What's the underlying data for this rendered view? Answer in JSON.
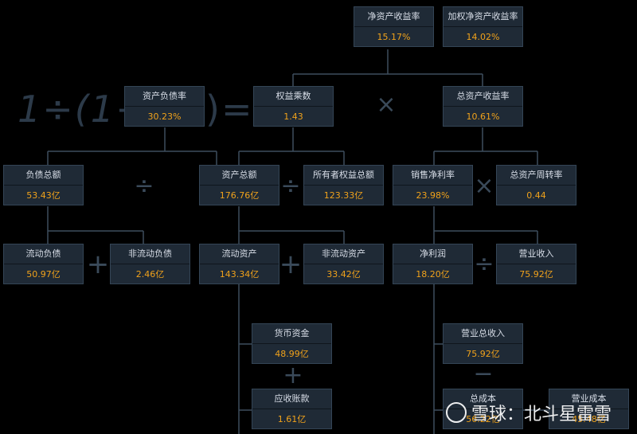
{
  "nodes": {
    "roe": {
      "label": "净资产收益率",
      "value": "15.17%"
    },
    "weighted_roe": {
      "label": "加权净资产收益率",
      "value": "14.02%"
    },
    "debt_ratio": {
      "label": "资产负债率",
      "value": "30.23%"
    },
    "equity_multiplier": {
      "label": "权益乘数",
      "value": "1.43"
    },
    "roa": {
      "label": "总资产收益率",
      "value": "10.61%"
    },
    "total_liabilities": {
      "label": "负债总额",
      "value": "53.43亿"
    },
    "total_assets": {
      "label": "资产总额",
      "value": "176.76亿"
    },
    "owners_equity": {
      "label": "所有者权益总额",
      "value": "123.33亿"
    },
    "net_margin": {
      "label": "销售净利率",
      "value": "23.98%"
    },
    "asset_turnover": {
      "label": "总资产周转率",
      "value": "0.44"
    },
    "current_liabilities": {
      "label": "流动负债",
      "value": "50.97亿"
    },
    "noncurrent_liabilities": {
      "label": "非流动负债",
      "value": "2.46亿"
    },
    "current_assets": {
      "label": "流动资产",
      "value": "143.34亿"
    },
    "noncurrent_assets": {
      "label": "非流动资产",
      "value": "33.42亿"
    },
    "net_profit": {
      "label": "净利润",
      "value": "18.20亿"
    },
    "revenue": {
      "label": "营业收入",
      "value": "75.92亿"
    },
    "cash": {
      "label": "货币资金",
      "value": "48.99亿"
    },
    "total_revenue": {
      "label": "营业总收入",
      "value": "75.92亿"
    },
    "receivables": {
      "label": "应收账款",
      "value": "1.61亿"
    },
    "total_cost": {
      "label": "总成本",
      "value": "56.22亿"
    },
    "operating_cost": {
      "label": "营业成本",
      "value": "45.48亿"
    }
  },
  "formula": {
    "left": "1÷(1−",
    "right": ")="
  },
  "operators": {
    "multiply": "×",
    "divide": "÷",
    "plus": "+",
    "minus": "−"
  },
  "watermark": "雪球：北斗星雷雪"
}
